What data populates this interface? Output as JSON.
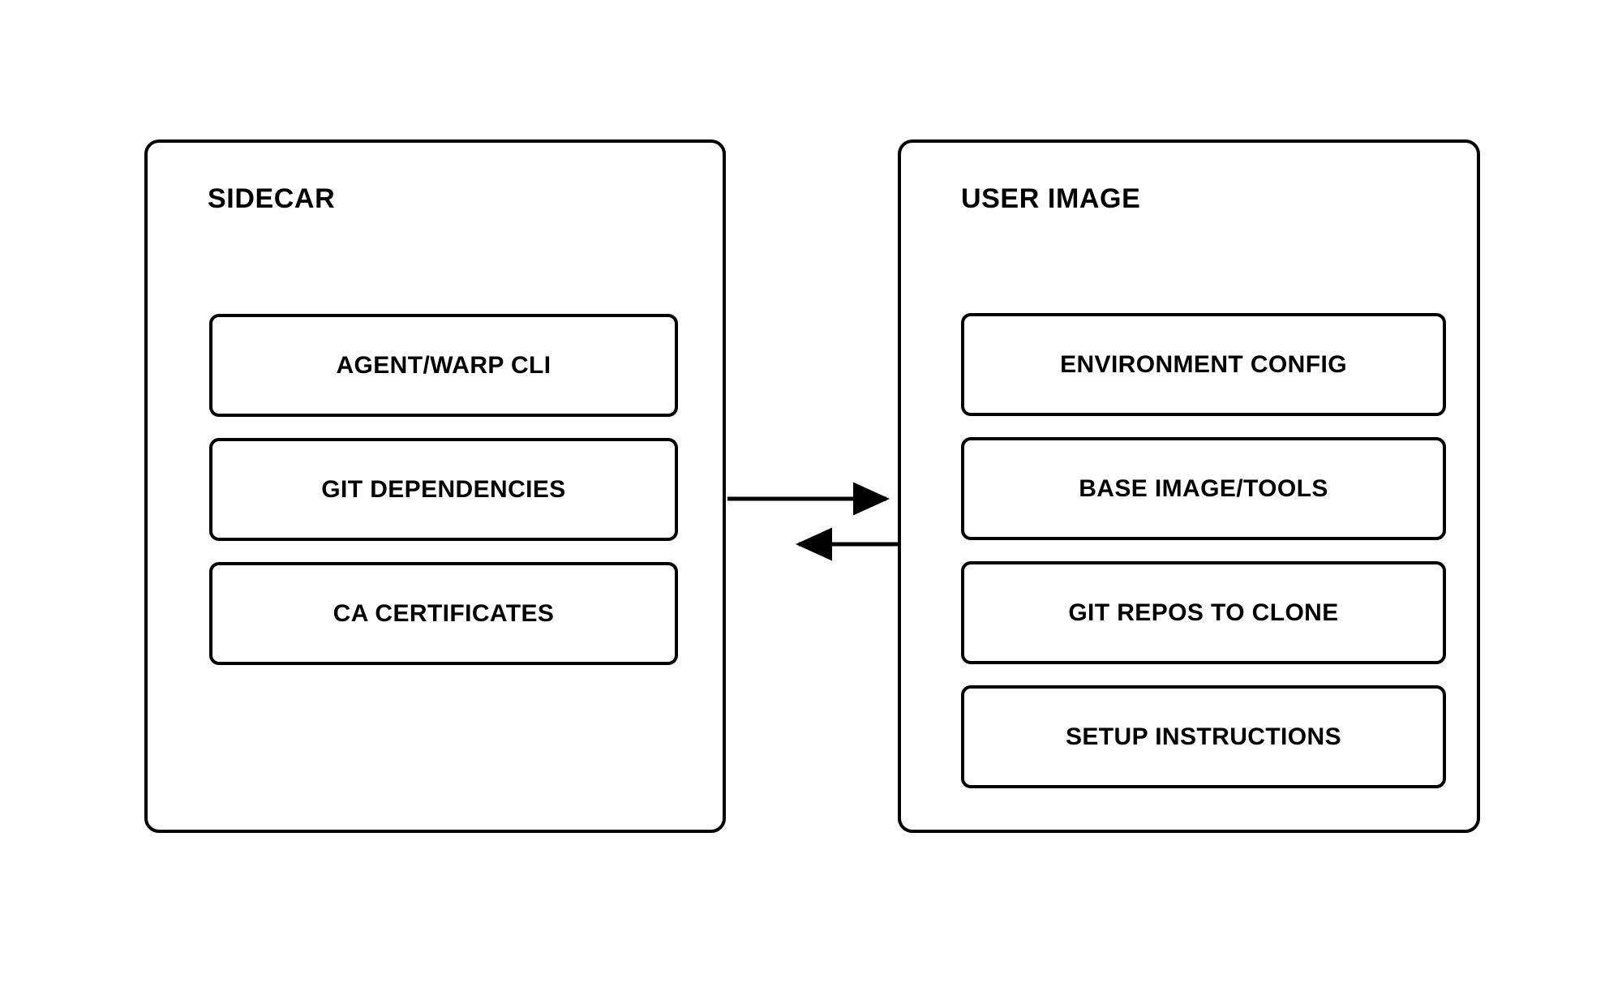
{
  "diagram": {
    "title_hidden": "",
    "background_color": "#ffffff",
    "stroke_color": "#000000",
    "panels": [
      {
        "id": "sidecar",
        "title": "SIDECAR",
        "items": [
          {
            "label": "AGENT/WARP CLI"
          },
          {
            "label": "GIT DEPENDENCIES"
          },
          {
            "label": "CA CERTIFICATES"
          }
        ]
      },
      {
        "id": "user-image",
        "title": "USER IMAGE",
        "items": [
          {
            "label": "ENVIRONMENT CONFIG"
          },
          {
            "label": "BASE IMAGE/TOOLS"
          },
          {
            "label": "GIT REPOS TO CLONE"
          },
          {
            "label": "SETUP INSTRUCTIONS"
          }
        ]
      }
    ],
    "connectors": [
      {
        "id": "sidecar-to-user-image",
        "direction": "right",
        "label": ""
      },
      {
        "id": "user-image-to-sidecar",
        "direction": "left",
        "label": ""
      }
    ]
  }
}
